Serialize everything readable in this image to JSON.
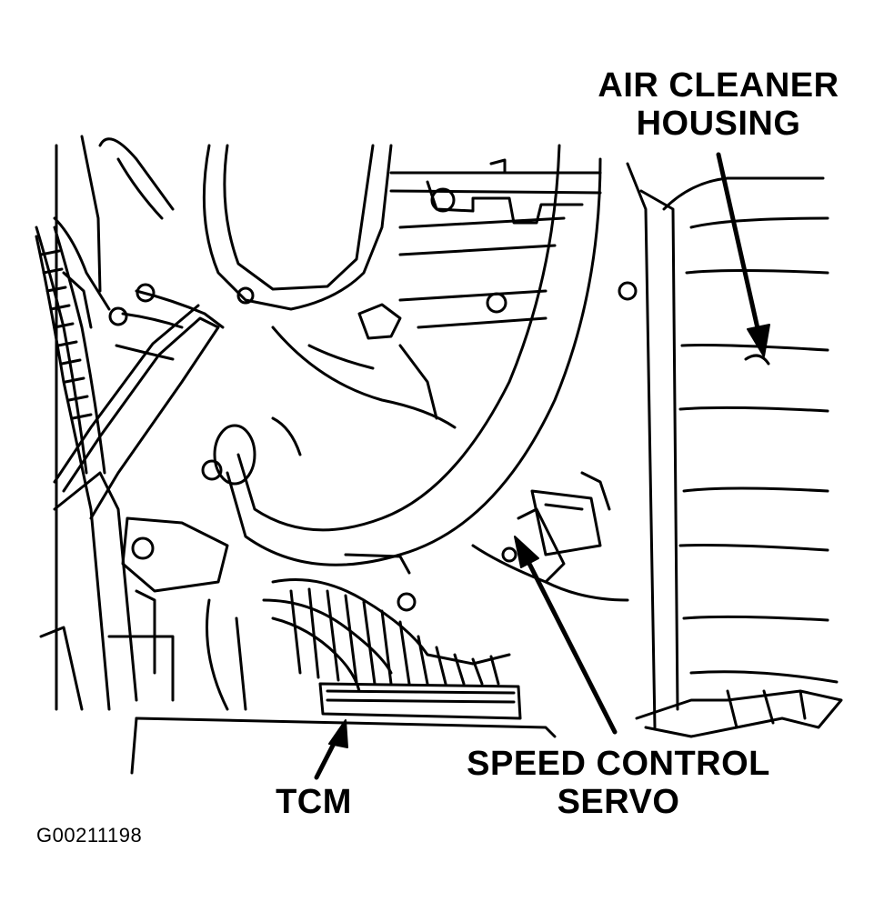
{
  "labels": {
    "air_cleaner_line1": "AIR CLEANER",
    "air_cleaner_line2": "HOUSING",
    "speed_control_line1": "SPEED CONTROL",
    "speed_control_line2": "SERVO",
    "tcm": "TCM"
  },
  "figure_code": "G00211198",
  "colors": {
    "ink": "#000000",
    "paper": "#ffffff"
  }
}
